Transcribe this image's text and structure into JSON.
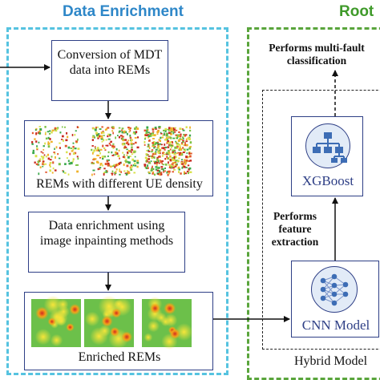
{
  "titles": {
    "data_enrichment": "Data Enrichment",
    "root": "Root"
  },
  "left": {
    "step1": "Conversion of MDT data into REMs",
    "rems_label": "REMs with different UE density",
    "step2": "Data enrichment using image inpainting methods",
    "enriched_label": "Enriched REMs"
  },
  "right": {
    "output": "Performs multi-fault classification",
    "feature": "Performs feature extraction",
    "xgboost": "XGBoost",
    "cnn": "CNN Model",
    "hybrid": "Hybrid Model"
  },
  "colors": {
    "enrich_border": "#56c3e0",
    "root_border": "#5aa53c",
    "box_border": "#2e3f86",
    "title_blue": "#2e87c8",
    "title_green": "#3f9a2a"
  },
  "icons": [
    "decision-tree-icon",
    "neural-network-icon"
  ]
}
